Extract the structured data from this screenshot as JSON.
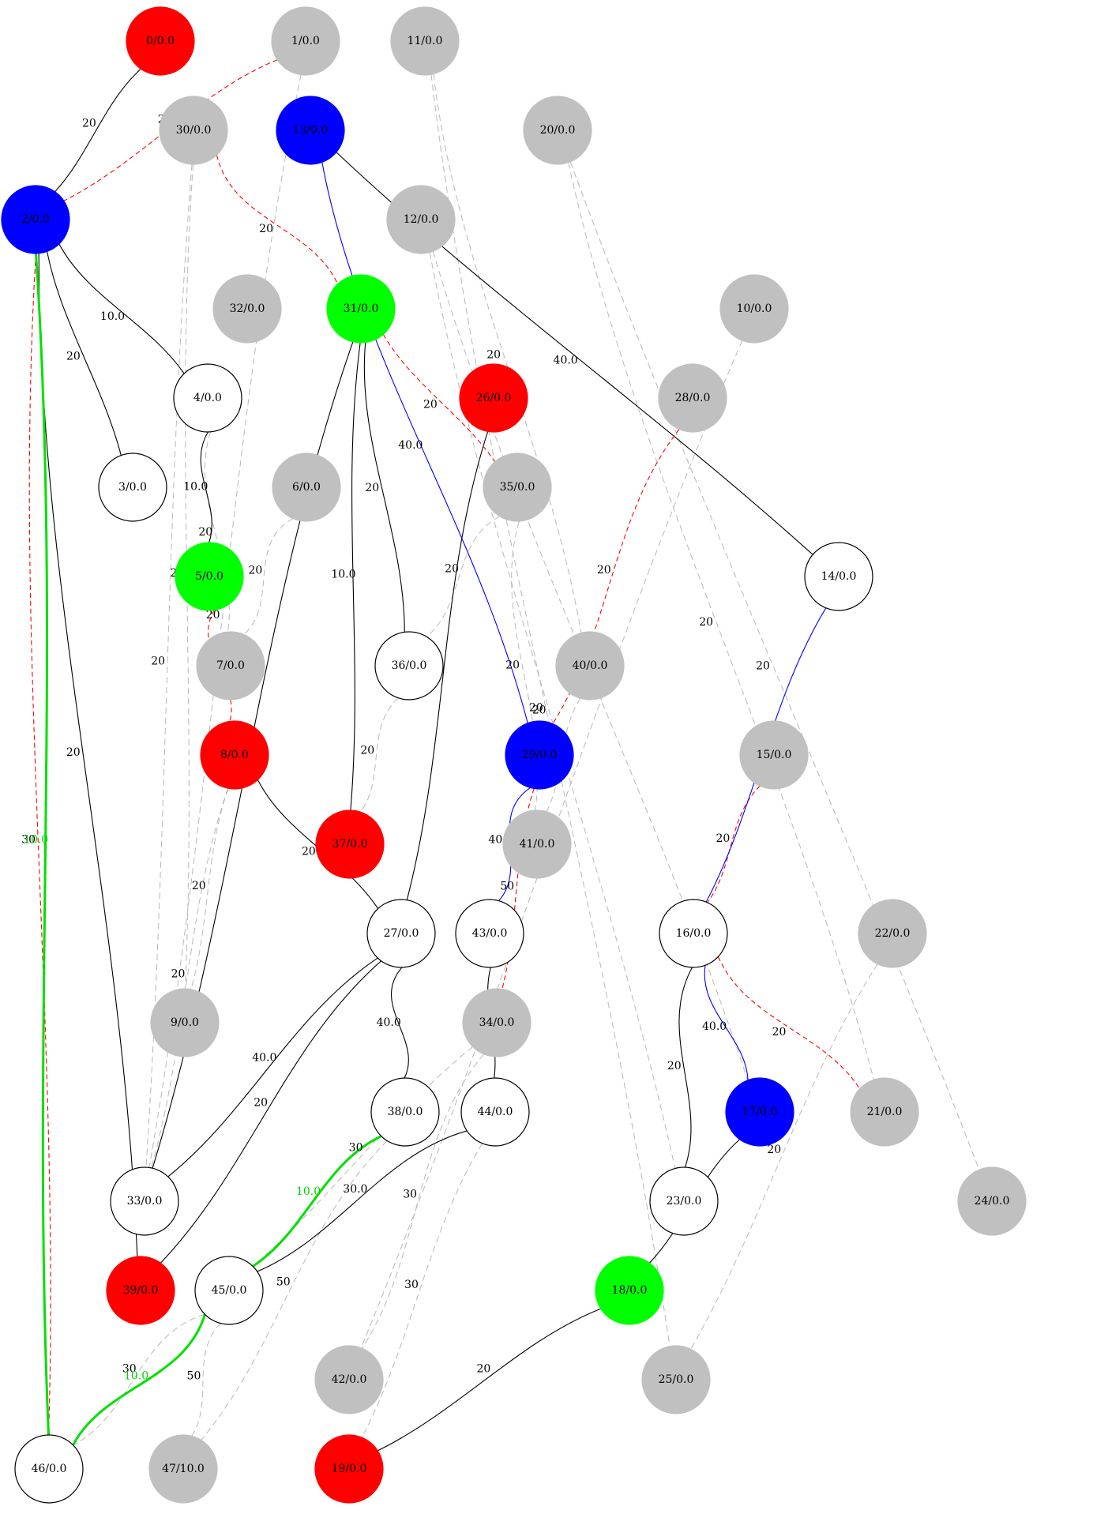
{
  "colors": {
    "red": "#ff0000",
    "blue": "#0000ff",
    "green": "#00ff00",
    "gray": "#c0c0c0",
    "white": "#ffffff",
    "black": "#000000"
  },
  "nodes": [
    {
      "id": "0",
      "label": "0/0.0",
      "color": "red"
    },
    {
      "id": "1",
      "label": "1/0.0",
      "color": "gray"
    },
    {
      "id": "11",
      "label": "11/0.0",
      "color": "gray"
    },
    {
      "id": "30",
      "label": "30/0.0",
      "color": "gray"
    },
    {
      "id": "13",
      "label": "13/0.0",
      "color": "blue"
    },
    {
      "id": "20",
      "label": "20/0.0",
      "color": "gray"
    },
    {
      "id": "2",
      "label": "2/0.0",
      "color": "blue"
    },
    {
      "id": "12",
      "label": "12/0.0",
      "color": "gray"
    },
    {
      "id": "32",
      "label": "32/0.0",
      "color": "gray"
    },
    {
      "id": "31",
      "label": "31/0.0",
      "color": "green"
    },
    {
      "id": "10",
      "label": "10/0.0",
      "color": "gray"
    },
    {
      "id": "4",
      "label": "4/0.0",
      "color": "white"
    },
    {
      "id": "26",
      "label": "26/0.0",
      "color": "red"
    },
    {
      "id": "28",
      "label": "28/0.0",
      "color": "gray"
    },
    {
      "id": "3",
      "label": "3/0.0",
      "color": "white"
    },
    {
      "id": "6",
      "label": "6/0.0",
      "color": "gray"
    },
    {
      "id": "35",
      "label": "35/0.0",
      "color": "gray"
    },
    {
      "id": "5",
      "label": "5/0.0",
      "color": "green"
    },
    {
      "id": "14",
      "label": "14/0.0",
      "color": "white"
    },
    {
      "id": "7",
      "label": "7/0.0",
      "color": "gray"
    },
    {
      "id": "36",
      "label": "36/0.0",
      "color": "white"
    },
    {
      "id": "40",
      "label": "40/0.0",
      "color": "gray"
    },
    {
      "id": "8",
      "label": "8/0.0",
      "color": "red"
    },
    {
      "id": "29",
      "label": "29/0.0",
      "color": "blue"
    },
    {
      "id": "15",
      "label": "15/0.0",
      "color": "gray"
    },
    {
      "id": "37",
      "label": "37/0.0",
      "color": "red"
    },
    {
      "id": "41",
      "label": "41/0.0",
      "color": "gray"
    },
    {
      "id": "27",
      "label": "27/0.0",
      "color": "white"
    },
    {
      "id": "43",
      "label": "43/0.0",
      "color": "white"
    },
    {
      "id": "16",
      "label": "16/0.0",
      "color": "white"
    },
    {
      "id": "22",
      "label": "22/0.0",
      "color": "gray"
    },
    {
      "id": "9",
      "label": "9/0.0",
      "color": "gray"
    },
    {
      "id": "34",
      "label": "34/0.0",
      "color": "gray"
    },
    {
      "id": "38",
      "label": "38/0.0",
      "color": "white"
    },
    {
      "id": "44",
      "label": "44/0.0",
      "color": "white"
    },
    {
      "id": "17",
      "label": "17/0.0",
      "color": "blue"
    },
    {
      "id": "21",
      "label": "21/0.0",
      "color": "gray"
    },
    {
      "id": "33",
      "label": "33/0.0",
      "color": "white"
    },
    {
      "id": "23",
      "label": "23/0.0",
      "color": "white"
    },
    {
      "id": "24",
      "label": "24/0.0",
      "color": "gray"
    },
    {
      "id": "39",
      "label": "39/0.0",
      "color": "red"
    },
    {
      "id": "45",
      "label": "45/0.0",
      "color": "white"
    },
    {
      "id": "18",
      "label": "18/0.0",
      "color": "green"
    },
    {
      "id": "42",
      "label": "42/0.0",
      "color": "gray"
    },
    {
      "id": "25",
      "label": "25/0.0",
      "color": "gray"
    },
    {
      "id": "46",
      "label": "46/0.0",
      "color": "white"
    },
    {
      "id": "47",
      "label": "47/10.0",
      "color": "gray"
    },
    {
      "id": "19",
      "label": "19/0.0",
      "color": "red"
    }
  ],
  "edges": [
    {
      "from": "0",
      "to": "2",
      "label": "20",
      "style": "black"
    },
    {
      "from": "1",
      "to": "2",
      "label": "20",
      "style": "red-dashed"
    },
    {
      "from": "2",
      "to": "46",
      "label": "10.0",
      "style": "green"
    },
    {
      "from": "2",
      "to": "46",
      "label": "30",
      "style": "red-dashed"
    },
    {
      "from": "2",
      "to": "39",
      "label": "20",
      "style": "black"
    },
    {
      "from": "2",
      "to": "3",
      "label": "20",
      "style": "black"
    },
    {
      "from": "2",
      "to": "4",
      "label": "10.0",
      "style": "black"
    },
    {
      "from": "4",
      "to": "5",
      "label": "10.0",
      "style": "black"
    },
    {
      "from": "5",
      "to": "8",
      "label": "20",
      "style": "red-dashed"
    },
    {
      "from": "30",
      "to": "31",
      "label": "20",
      "style": "red-dashed"
    },
    {
      "from": "31",
      "to": "35",
      "label": "20",
      "style": "red-dashed"
    },
    {
      "from": "31",
      "to": "37",
      "label": "10.0",
      "style": "black"
    },
    {
      "from": "31",
      "to": "36",
      "label": "20",
      "style": "black"
    },
    {
      "from": "31",
      "to": "33",
      "label": "20",
      "style": "black"
    },
    {
      "from": "13",
      "to": "29",
      "label": "40.0",
      "style": "blue"
    },
    {
      "from": "13",
      "to": "14",
      "label": "40.0",
      "style": "black"
    },
    {
      "from": "14",
      "to": "16",
      "label": "40.0",
      "style": "blue"
    },
    {
      "from": "26",
      "to": "27",
      "label": "20",
      "style": "black"
    },
    {
      "from": "28",
      "to": "29",
      "label": "20",
      "style": "red-dashed"
    },
    {
      "from": "29",
      "to": "43",
      "label": "40.0",
      "style": "blue"
    },
    {
      "from": "29",
      "to": "34",
      "label": "50",
      "style": "red-dashed"
    },
    {
      "from": "8",
      "to": "27",
      "label": "20",
      "style": "black"
    },
    {
      "from": "27",
      "to": "33",
      "label": "40.0",
      "style": "black"
    },
    {
      "from": "27",
      "to": "39",
      "label": "20",
      "style": "black"
    },
    {
      "from": "27",
      "to": "38",
      "label": "40.0",
      "style": "black"
    },
    {
      "from": "43",
      "to": "44",
      "label": "30.0",
      "style": "black"
    },
    {
      "from": "15",
      "to": "16",
      "label": "20",
      "style": "red-dashed"
    },
    {
      "from": "16",
      "to": "17",
      "label": "40.0",
      "style": "blue"
    },
    {
      "from": "16",
      "to": "21",
      "label": "20",
      "style": "red-dashed"
    },
    {
      "from": "16",
      "to": "23",
      "label": "20",
      "style": "black"
    },
    {
      "from": "17",
      "to": "18",
      "label": "10.0",
      "style": "black"
    },
    {
      "from": "18",
      "to": "19",
      "label": "20",
      "style": "black"
    },
    {
      "from": "38",
      "to": "45",
      "label": "10.0",
      "style": "green"
    },
    {
      "from": "44",
      "to": "45",
      "label": "30.0",
      "style": "black"
    },
    {
      "from": "45",
      "to": "46",
      "label": "10.0",
      "style": "green"
    },
    {
      "from": "30",
      "to": "33",
      "label": "20",
      "style": "gray-dashed"
    },
    {
      "from": "30",
      "to": "9",
      "label": "20",
      "style": "gray-dashed"
    },
    {
      "from": "1",
      "to": "33",
      "label": "20",
      "style": "gray-dashed"
    },
    {
      "from": "4",
      "to": "7",
      "label": "20",
      "style": "gray-dashed"
    },
    {
      "from": "6",
      "to": "7",
      "label": "20",
      "style": "gray-dashed"
    },
    {
      "from": "8",
      "to": "9",
      "label": "20",
      "style": "gray-dashed"
    },
    {
      "from": "8",
      "to": "33",
      "label": "20",
      "style": "gray-dashed"
    },
    {
      "from": "36",
      "to": "37",
      "label": "20",
      "style": "gray-dashed"
    },
    {
      "from": "35",
      "to": "36",
      "label": "20",
      "style": "gray-dashed"
    },
    {
      "from": "35",
      "to": "41",
      "label": "20",
      "style": "gray-dashed"
    },
    {
      "from": "40",
      "to": "41",
      "label": "20",
      "style": "gray-dashed"
    },
    {
      "from": "10",
      "to": "42",
      "label": "20",
      "style": "gray-dashed"
    },
    {
      "from": "12",
      "to": "17",
      "label": "20",
      "style": "gray-dashed"
    },
    {
      "from": "11",
      "to": "25",
      "label": "20",
      "style": "gray-dashed"
    },
    {
      "from": "20",
      "to": "21",
      "label": "20",
      "style": "gray-dashed"
    },
    {
      "from": "20",
      "to": "24",
      "label": "20",
      "style": "gray-dashed"
    },
    {
      "from": "22",
      "to": "25",
      "label": "20",
      "style": "gray-dashed"
    },
    {
      "from": "12",
      "to": "23",
      "label": "20",
      "style": "gray-dashed"
    },
    {
      "from": "11",
      "to": "40",
      "label": "20",
      "style": "gray-dashed"
    },
    {
      "from": "34",
      "to": "42",
      "label": "30",
      "style": "gray-dashed"
    },
    {
      "from": "34",
      "to": "45",
      "label": "30",
      "style": "gray-dashed"
    },
    {
      "from": "44",
      "to": "19",
      "label": "30",
      "style": "gray-dashed"
    },
    {
      "from": "45",
      "to": "47",
      "label": "50",
      "style": "gray-dashed"
    },
    {
      "from": "38",
      "to": "47",
      "label": "50",
      "style": "gray-dashed"
    },
    {
      "from": "45",
      "to": "46",
      "label": "30",
      "style": "gray-dashed"
    }
  ]
}
